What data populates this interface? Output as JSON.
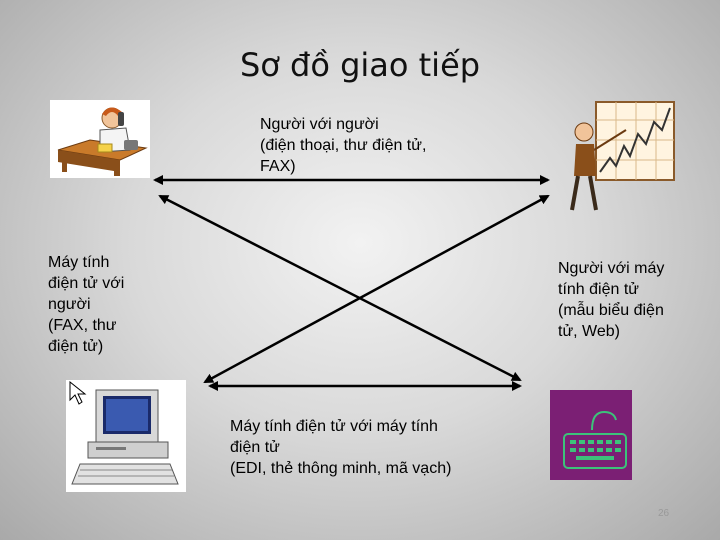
{
  "slide": {
    "title": "Sơ đồ giao tiếp",
    "page_number": "26"
  },
  "labels": {
    "top": "Người với người\n(điện thoại, thư điện tử,\nFAX)",
    "left": "Máy tính\nđiện tử với\nngười\n(FAX, thư\nđiện tử)",
    "right": "Người với máy\ntính điện tử\n(mẫu biểu điện\ntử, Web)",
    "bottom": "Máy tính điện tử với máy tính\nđiện tử\n(EDI, thẻ thông minh, mã vạch)"
  },
  "colors": {
    "arrow": "#000000",
    "keyboard_bg": "#7b1f74",
    "keyboard_line": "#3cc27a"
  },
  "icons": [
    "person-phone-icon",
    "presenter-chart-icon",
    "computer-icon",
    "keyboard-icon"
  ]
}
